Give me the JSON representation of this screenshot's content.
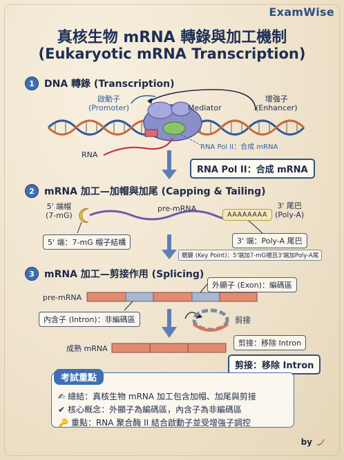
{
  "brand": "ExamWise",
  "title_line1": "真核生物 mRNA 轉錄與加工機制",
  "title_line2": "(Eukaryotic mRNA Transcription)",
  "sections": [
    {
      "num": "1",
      "title": "DNA 轉錄 (Transcription)"
    },
    {
      "num": "2",
      "title": "mRNA 加工—加帽與加尾 (Capping & Tailing)"
    },
    {
      "num": "3",
      "title": "mRNA 加工—剪接作用 (Splicing)"
    }
  ],
  "s1": {
    "promoter": "啟動子\n(Promoter)",
    "enhancer": "增強子\n(Enhancer)",
    "mediator": "Mediator",
    "rna": "RNA",
    "polymerase_note": "RNA Pol II：合成 mRNA",
    "result": "RNA Pol II：合成 mRNA"
  },
  "s2": {
    "cap_label": "5' 端帽\n(7-mG)",
    "pre_mrna": "pre-mRNA",
    "tail_label": "3' 尾巴\n(Poly-A)",
    "poly_a": "AAAAAAAA",
    "cap_box": "5' 端：7-mG 帽子結構",
    "tail_box": "3' 端：Poly-A 尾巴",
    "key_point": "關鍵 (Key Point)：5'端加7-mG帽且3'端加Poly-A尾"
  },
  "s3": {
    "pre_mrna": "pre-mRNA",
    "exon_box": "外顯子 (Exon)：編碼區",
    "intron_box": "內含子 (Intron)：非編碼區",
    "splice": "剪接",
    "mature": "成熟 mRNA",
    "remove_box": "剪接：移除 Intron",
    "result": "剪接：移除 Intron"
  },
  "summary": {
    "tag": "考試重點",
    "items": [
      {
        "icon": "✍",
        "text": "總結：真核生物 mRNA 加工包含加帽、加尾與剪接"
      },
      {
        "icon": "✔",
        "text": "核心概念：外顯子為編碼區，內含子為非編碼區"
      },
      {
        "icon": "🔑",
        "text": "重點：RNA 聚合酶 II 結合啟動子並受增強子調控"
      }
    ]
  },
  "by": "by"
}
